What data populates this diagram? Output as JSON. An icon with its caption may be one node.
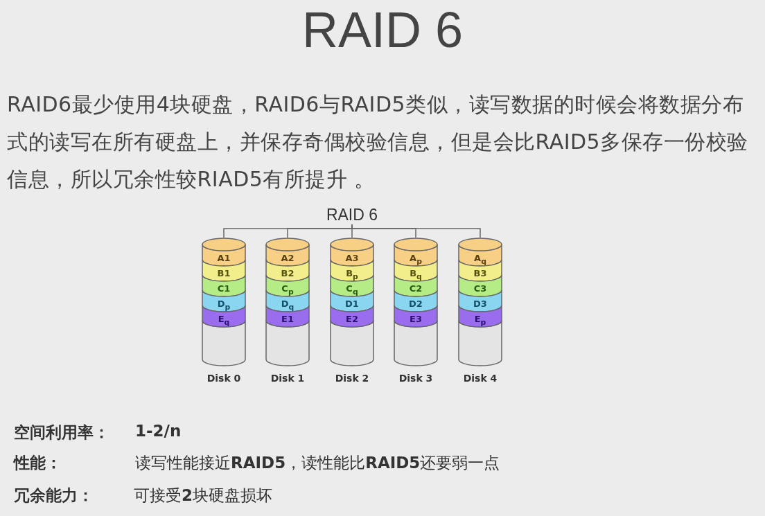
{
  "diagram": {
    "title": "RAID 6",
    "caption": "RAID6最少使用4块硬盘，RAID6与RAID5类似，读写数据的时候会将数据分布式的读写在所有硬盘上，并保存奇偶校验信息，但是会比RAID5多保存一份校验信息，所以冗余性较RIAD5有所提升 。",
    "nodes": [
      {
        "text": [
          "RAID 6"
        ]
      },
      {
        "text": [
          "A1",
          "B1",
          "C1",
          "D$_{p}$",
          "E$_{q}$"
        ],
        "beside": [
          "Disk 0"
        ]
      },
      {
        "text": [
          "A2",
          "B2",
          "C$_{p}$",
          "D$_{q}$",
          "E1"
        ],
        "beside": [
          "Disk 1"
        ]
      },
      {
        "text": [
          "A3",
          "B$_{p}$",
          "C$_{q}$",
          "D1",
          "E2"
        ],
        "beside": [
          "Disk 2"
        ]
      },
      {
        "text": [
          "A$_{p}$",
          "B$_{q}$",
          "C2",
          "D2",
          "E3"
        ],
        "beside": [
          "Disk 3"
        ]
      },
      {
        "text": [
          "A$_{q}$",
          "B3",
          "C3",
          "D3",
          "E$_{p}$"
        ],
        "beside": [
          "Disk 4"
        ]
      }
    ],
    "edges": [
      {
        "from": 0,
        "to": 1,
        "arrow": "none"
      },
      {
        "from": 0,
        "to": 2,
        "arrow": "none"
      },
      {
        "from": 0,
        "to": 3,
        "arrow": "none"
      },
      {
        "from": 0,
        "to": 4,
        "arrow": "none"
      },
      {
        "from": 0,
        "to": 5,
        "arrow": "none"
      }
    ],
    "labels": [
      "空间利用率：",
      "1-2/n",
      "性能：",
      "读写性能接近**RAID5**，读性能比**RAID5**还要弱一点",
      "冗余能力：",
      "可接受**2**块硬盘损坏"
    ]
  }
}
